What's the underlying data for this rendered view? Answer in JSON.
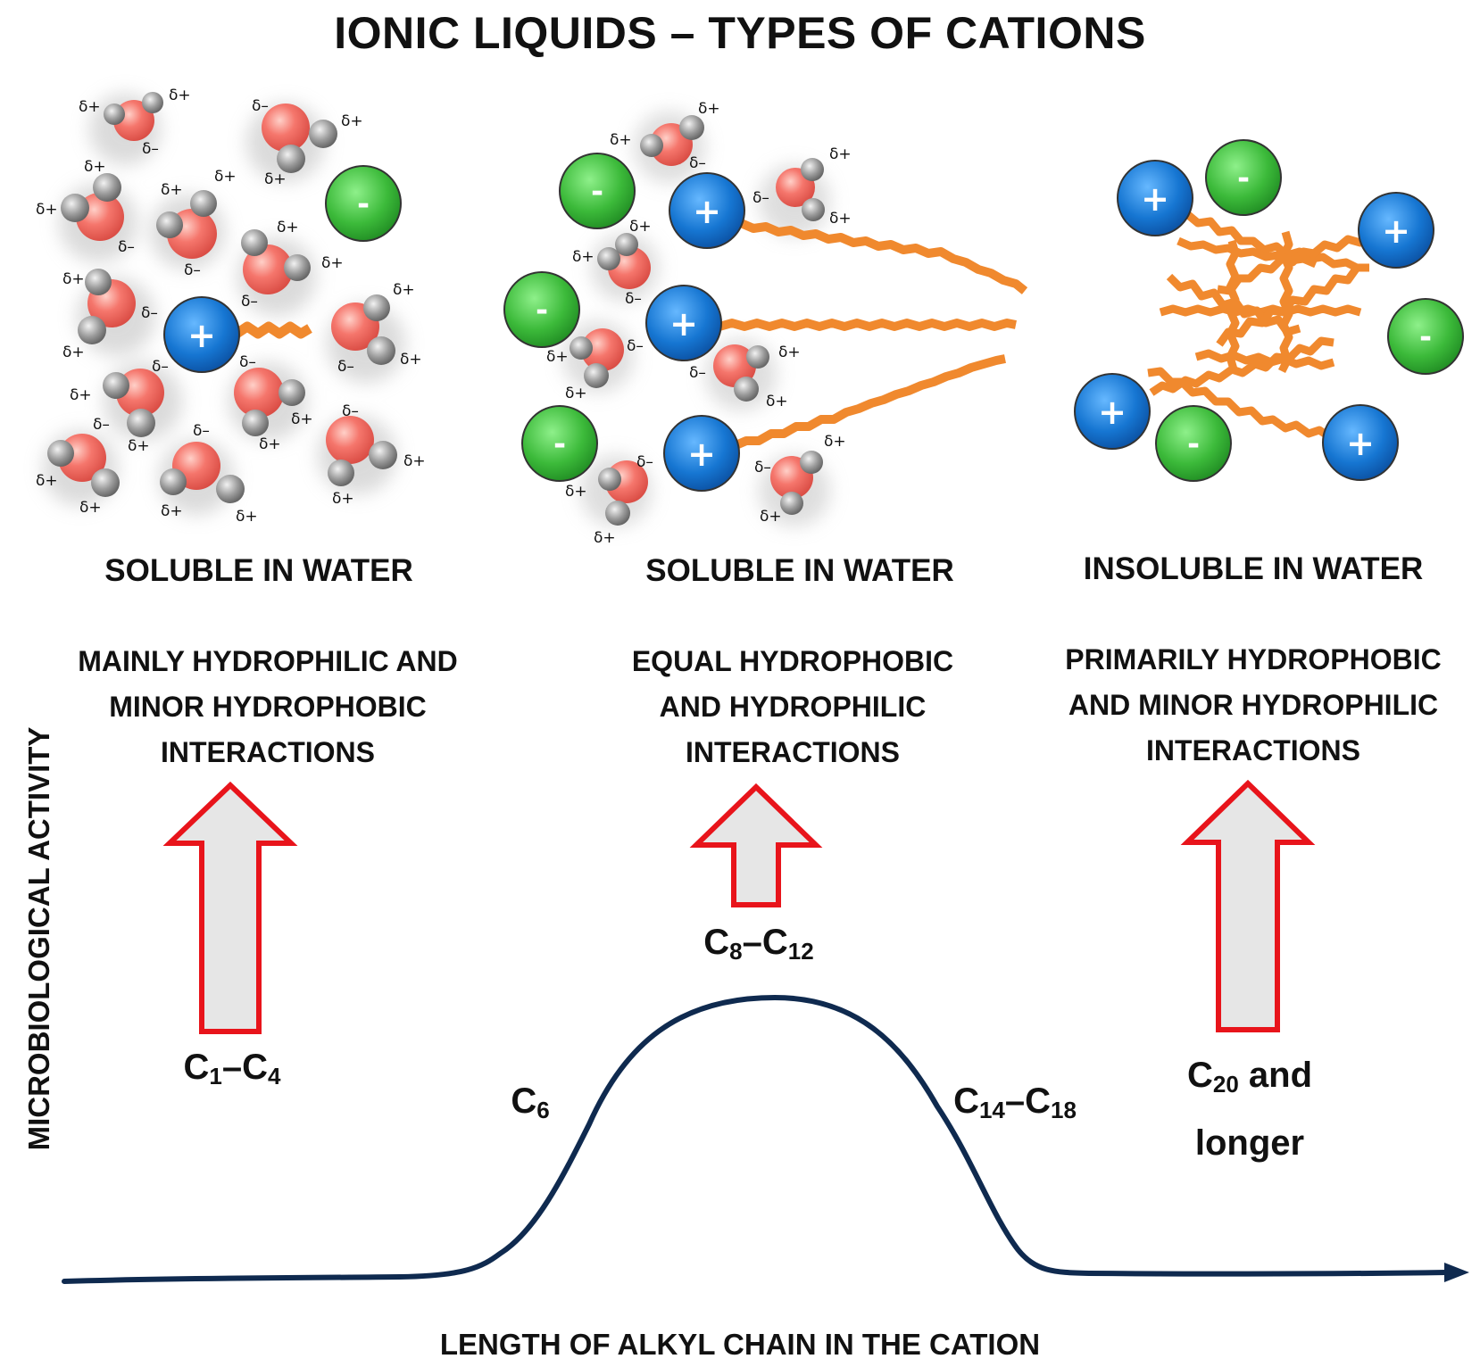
{
  "title": "IONIC LIQUIDS – TYPES OF CATIONS",
  "panels": [
    {
      "solubility": "SOLUBLE IN WATER",
      "interactions": [
        "MAINLY HYDROPHILIC AND",
        "MINOR HYDROPHOBIC",
        "INTERACTIONS"
      ],
      "chain_label": {
        "base": "C",
        "sub1": "1",
        "sep": "–C",
        "sub2": "4"
      }
    },
    {
      "solubility": "SOLUBLE IN WATER",
      "interactions": [
        "EQUAL HYDROPHOBIC",
        "AND HYDROPHILIC",
        "INTERACTIONS"
      ],
      "chain_label": {
        "base": "C",
        "sub1": "8",
        "sep": "–C",
        "sub2": "12"
      }
    },
    {
      "solubility": "INSOLUBLE IN WATER",
      "interactions": [
        "PRIMARILY HYDROPHOBIC",
        "AND MINOR HYDROPHILIC",
        "INTERACTIONS"
      ],
      "chain_label": {
        "base": "C",
        "sub1": "20",
        "sep": " and",
        "line2": "longer"
      }
    }
  ],
  "curve_labels": {
    "c6": {
      "base": "C",
      "sub": "6"
    },
    "c14_c18": {
      "base": "C",
      "sub1": "14",
      "sep": "–C",
      "sub2": "18"
    }
  },
  "axes": {
    "y_label": "MICROBIOLOGICAL ACTIVITY",
    "x_label": "LENGTH OF ALKYL CHAIN IN THE CATION"
  },
  "symbols": {
    "cation": "+",
    "anion": "-",
    "delta_plus": "δ+",
    "delta_minus": "δ–"
  },
  "colors": {
    "cation": "#1a7bd6",
    "anion": "#3cb93c",
    "oxygen": "#f0736b",
    "hydrogen": "#9a9a9a",
    "chain": "#f0892e",
    "arrow_stroke": "#e8141b",
    "arrow_fill": "#e6e6e6",
    "curve": "#0f2a4f"
  }
}
